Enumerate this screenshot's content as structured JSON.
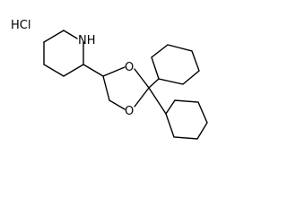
{
  "molecule": {
    "salt_label": "HCl",
    "amine_label": "NH",
    "ring_oxygen_top": "O",
    "ring_oxygen_bottom": "O"
  },
  "colors": {
    "background": "#ffffff",
    "bond": "#000000",
    "text": "#000000"
  }
}
